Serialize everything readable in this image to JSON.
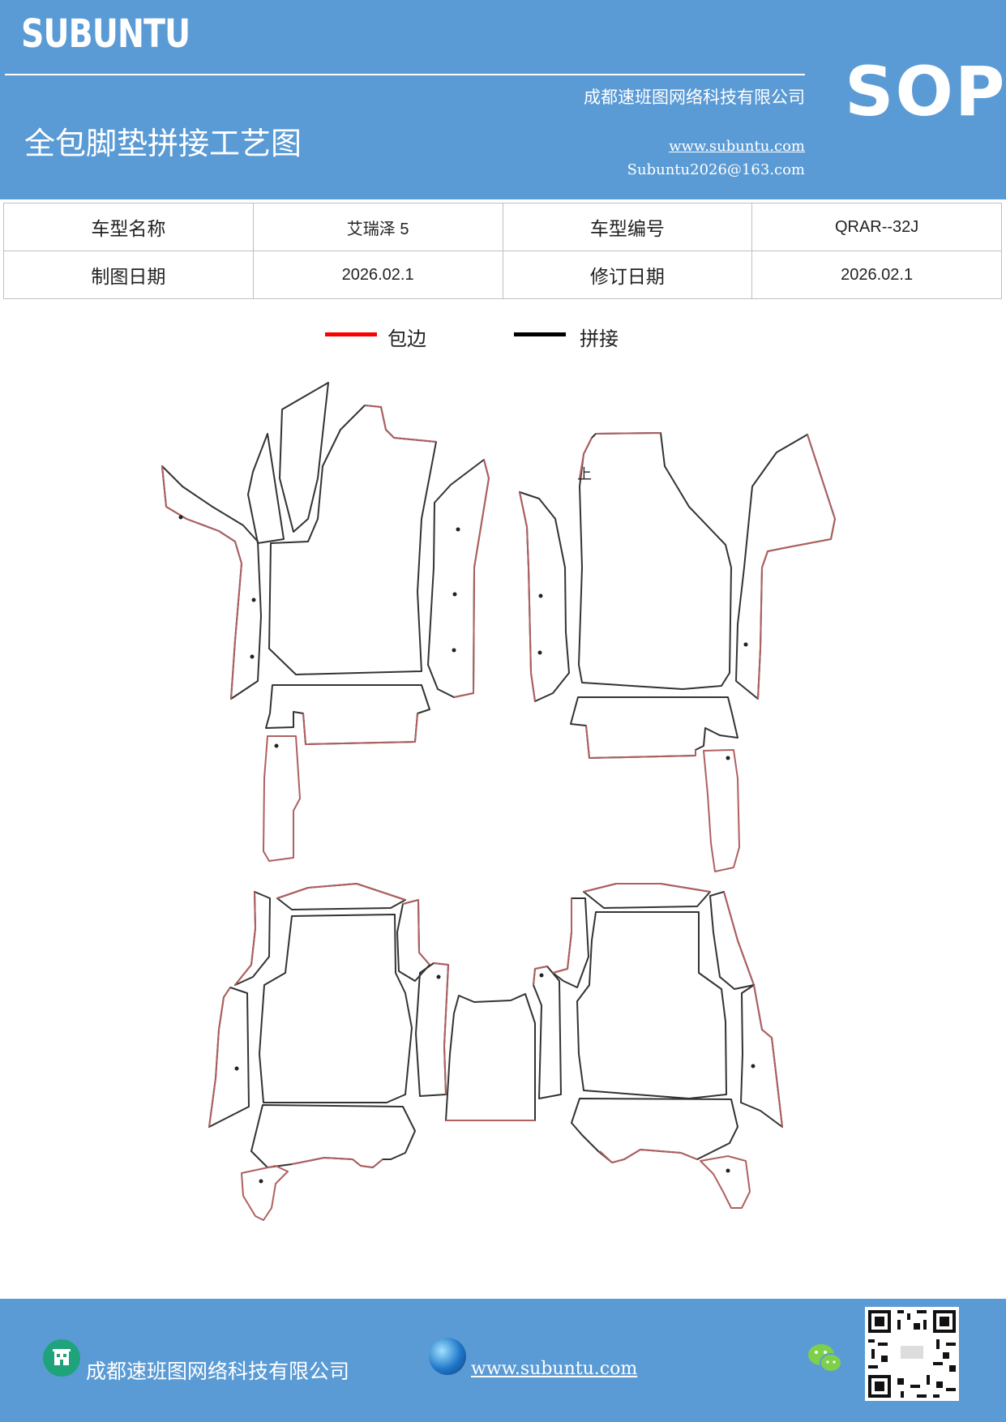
{
  "header": {
    "logo": "SUBUNTU",
    "badge": "SOP",
    "company": "成都速班图网络科技有限公司",
    "title": "全包脚垫拼接工艺图",
    "website": "www.subuntu.com",
    "email": "Subuntu2026@163.com"
  },
  "info_table": {
    "model_name_label": "车型名称",
    "model_name_value": "艾瑞泽 5",
    "model_code_label": "车型编号",
    "model_code_value": "QRAR--32J",
    "drawing_date_label": "制图日期",
    "drawing_date_value": "2026.02.1",
    "revision_date_label": "修订日期",
    "revision_date_value": "2026.02.1"
  },
  "legend": {
    "items": [
      {
        "label": "包边",
        "color": "#ff0000"
      },
      {
        "label": "拼接",
        "color": "#000000"
      }
    ]
  },
  "diagram": {
    "marker_text": "上",
    "edge_color": "#b06060",
    "seam_color": "#333333"
  },
  "footer": {
    "company": "成都速班图网络科技有限公司",
    "website": "www.subuntu.com",
    "icons": [
      "building-icon",
      "globe-icon",
      "wechat-icon",
      "qr-code"
    ]
  },
  "colors": {
    "brand_blue": "#5b9bd5",
    "white": "#ffffff"
  }
}
